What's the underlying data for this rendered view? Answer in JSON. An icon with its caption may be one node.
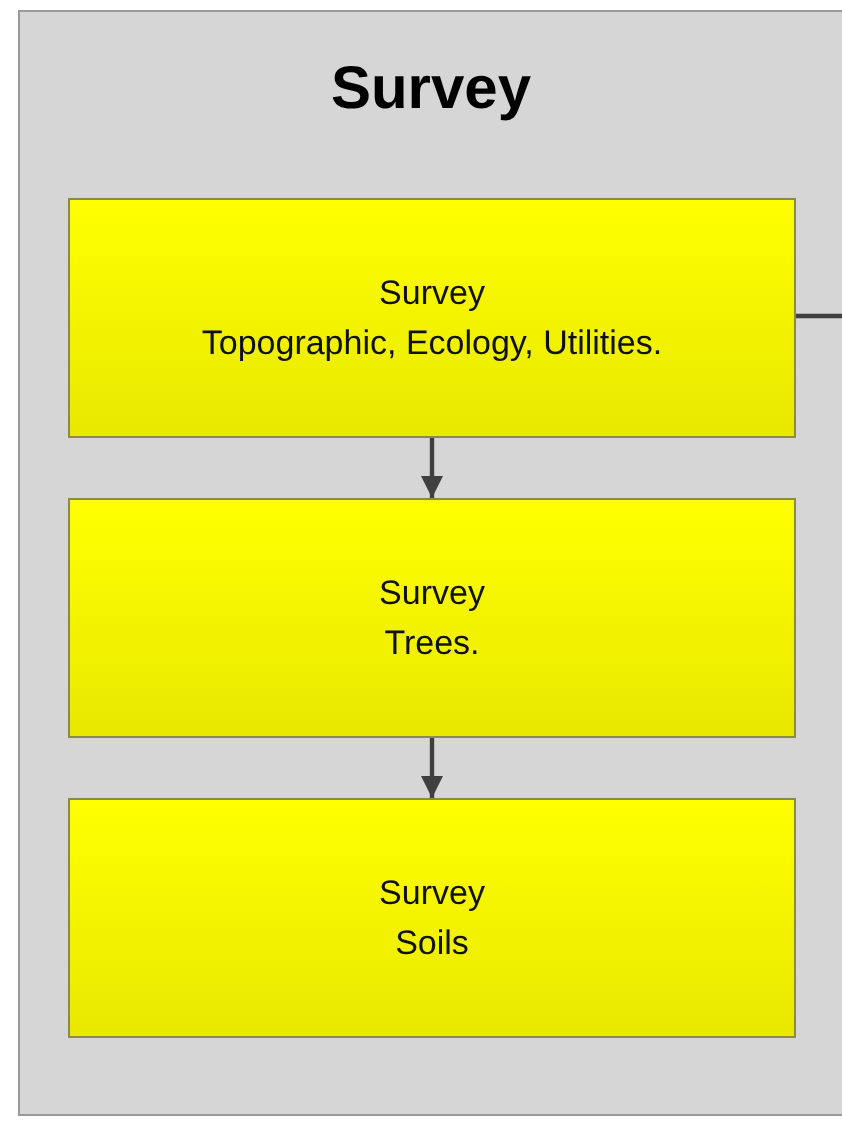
{
  "diagram": {
    "nodes": [
      {
        "text": [
          "Survey"
        ]
      },
      {
        "text": [
          "Survey",
          "Topographic, Ecology, Utilities."
        ],
        "in": 0
      },
      {
        "text": [
          "Survey",
          "Trees."
        ],
        "in": 0
      },
      {
        "text": [
          "Survey",
          "Soils"
        ],
        "in": 0
      }
    ],
    "edges": [
      {
        "from": 1,
        "to": 2,
        "arrow": "to"
      },
      {
        "from": 2,
        "to": 3,
        "arrow": "to"
      },
      {
        "from": 1,
        "to": null,
        "arrow": "none"
      }
    ]
  }
}
